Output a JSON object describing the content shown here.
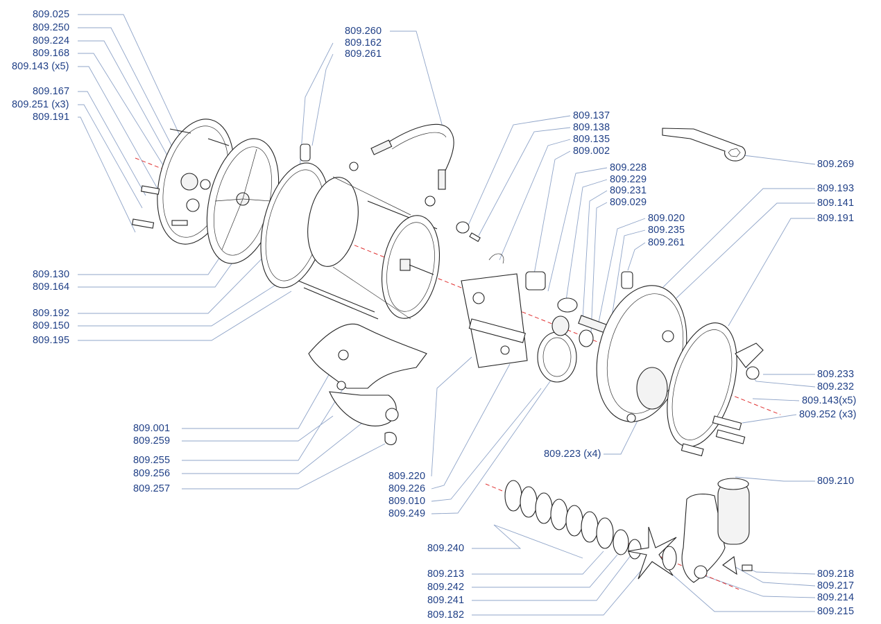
{
  "labels_left_top": [
    {
      "id": "l1",
      "text": "809.025"
    },
    {
      "id": "l2",
      "text": "809.250"
    },
    {
      "id": "l3",
      "text": "809.224"
    },
    {
      "id": "l4",
      "text": "809.168"
    },
    {
      "id": "l5",
      "text": "809.143 (x5)"
    },
    {
      "id": "l6",
      "text": "809.167"
    },
    {
      "id": "l7",
      "text": "809.251 (x3)"
    },
    {
      "id": "l8",
      "text": "809.191"
    }
  ],
  "labels_left_mid": [
    {
      "id": "l9",
      "text": "809.130"
    },
    {
      "id": "l10",
      "text": "809.164"
    },
    {
      "id": "l11",
      "text": "809.192"
    },
    {
      "id": "l12",
      "text": "809.150"
    },
    {
      "id": "l13",
      "text": "809.195"
    }
  ],
  "labels_left_bottom": [
    {
      "id": "l14",
      "text": "809.001"
    },
    {
      "id": "l15",
      "text": "809.259"
    },
    {
      "id": "l16",
      "text": "809.255"
    },
    {
      "id": "l17",
      "text": "809.256"
    },
    {
      "id": "l18",
      "text": "809.257"
    }
  ],
  "labels_top_center": [
    {
      "id": "t1",
      "text": "809.260"
    },
    {
      "id": "t2",
      "text": "809.162"
    },
    {
      "id": "t3",
      "text": "809.261"
    }
  ],
  "labels_center_a": [
    {
      "id": "c1",
      "text": "809.137"
    },
    {
      "id": "c2",
      "text": "809.138"
    },
    {
      "id": "c3",
      "text": "809.135"
    },
    {
      "id": "c4",
      "text": "809.002"
    }
  ],
  "labels_center_b": [
    {
      "id": "c5",
      "text": "809.228"
    },
    {
      "id": "c6",
      "text": "809.229"
    },
    {
      "id": "c7",
      "text": "809.231"
    },
    {
      "id": "c8",
      "text": "809.029"
    }
  ],
  "labels_center_c": [
    {
      "id": "c9",
      "text": "809.020"
    },
    {
      "id": "c10",
      "text": "809.235"
    },
    {
      "id": "c11",
      "text": "809.261"
    }
  ],
  "labels_center_bottom": [
    {
      "id": "m1",
      "text": "809.220"
    },
    {
      "id": "m2",
      "text": "809.226"
    },
    {
      "id": "m3",
      "text": "809.010"
    },
    {
      "id": "m4",
      "text": "809.249"
    }
  ],
  "labels_right": [
    {
      "id": "r1",
      "text": "809.269"
    },
    {
      "id": "r2",
      "text": "809.193"
    },
    {
      "id": "r3",
      "text": "809.141"
    },
    {
      "id": "r4",
      "text": "809.191"
    },
    {
      "id": "r5",
      "text": "809.233"
    },
    {
      "id": "r6",
      "text": "809.232"
    },
    {
      "id": "r7",
      "text": "809.143(x5)"
    },
    {
      "id": "r8",
      "text": "809.252 (x3)"
    }
  ],
  "label_center_223": {
    "id": "x1",
    "text": "809.223 (x4)"
  },
  "labels_bottom_right": [
    {
      "id": "b1",
      "text": "809.210"
    },
    {
      "id": "b2",
      "text": "809.218"
    },
    {
      "id": "b3",
      "text": "809.217"
    },
    {
      "id": "b4",
      "text": "809.214"
    },
    {
      "id": "b5",
      "text": "809.215"
    }
  ],
  "labels_bottom_center": [
    {
      "id": "b6",
      "text": "809.240"
    },
    {
      "id": "b7",
      "text": "809.213"
    },
    {
      "id": "b8",
      "text": "809.242"
    },
    {
      "id": "b9",
      "text": "809.241"
    },
    {
      "id": "b10",
      "text": "809.182"
    }
  ],
  "colors": {
    "label": "#1f3f86",
    "leader": "#8fa4c8",
    "axis": "#e03030",
    "ink": "#222222"
  }
}
